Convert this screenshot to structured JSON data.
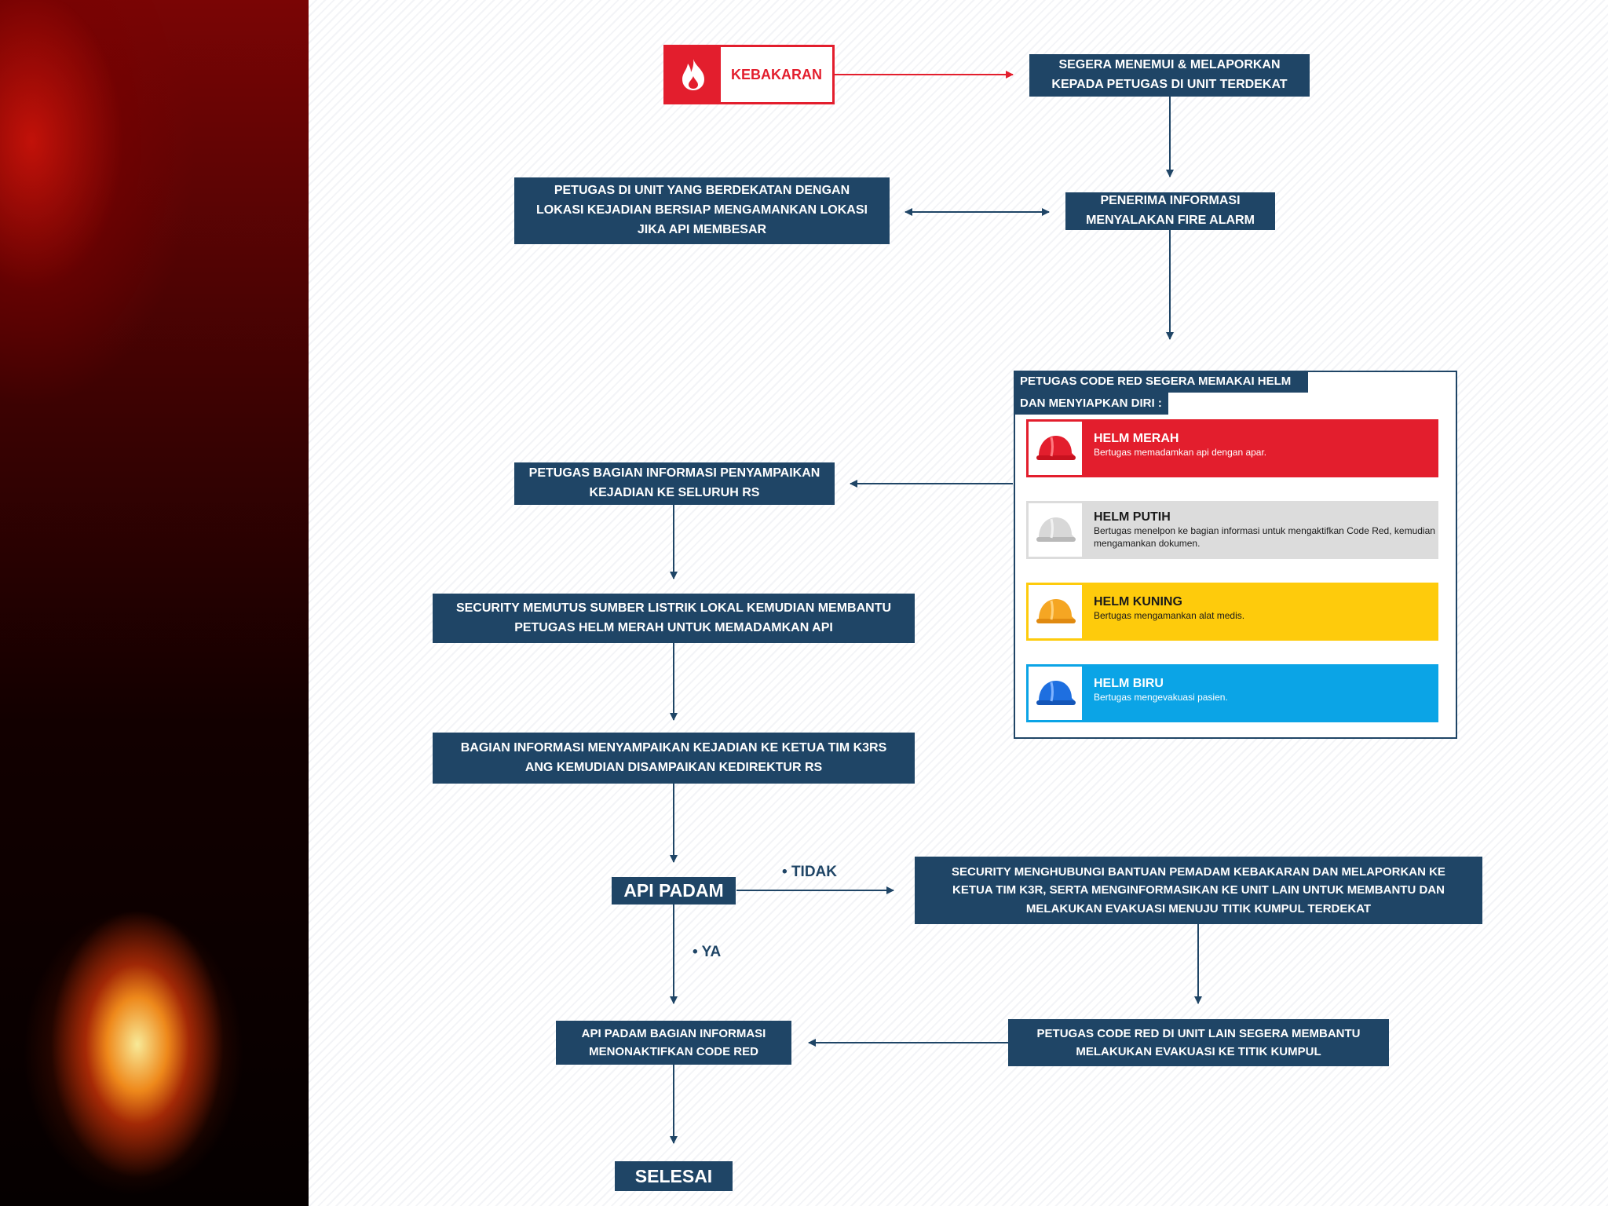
{
  "colors": {
    "navy": "#1f4566",
    "red": "#e31e2d",
    "helm_red": "#e31e2d",
    "helm_white": "#dcdcdc",
    "helm_yellow": "#fecb0c",
    "helm_blue": "#0ba4e6"
  },
  "start": {
    "label": "KEBAKARAN",
    "icon": "fire-icon"
  },
  "steps": {
    "report": "SEGERA MENEMUI & MELAPORKAN KEPADA PETUGAS DI UNIT TERDEKAT",
    "alarm": "PENERIMA INFORMASI MENYALAKAN FIRE ALARM",
    "secure": "PETUGAS DI UNIT YANG BERDEKATAN DENGAN LOKASI KEJADIAN BERSIAP MENGAMANKAN LOKASI JIKA API MEMBESAR",
    "broadcast": "PETUGAS BAGIAN INFORMASI PENYAMPAIKAN KEJADIAN KE SELURUH RS",
    "security_power": "SECURITY MEMUTUS SUMBER LISTRIK LOKAL KEMUDIAN MEMBANTU PETUGAS HELM MERAH UNTUK MEMADAMKAN API",
    "report_director": "BAGIAN INFORMASI MENYAMPAIKAN KEJADIAN KE KETUA TIM K3RS ANG KEMUDIAN DISAMPAIKAN KEDIREKTUR RS",
    "decision": "API PADAM",
    "call_fire": "SECURITY MENGHUBUNGI BANTUAN PEMADAM KEBAKARAN DAN MELAPORKAN KE KETUA TIM K3R, SERTA MENGINFORMASIKAN KE UNIT LAIN UNTUK MEMBANTU DAN MELAKUKAN EVAKUASI MENUJU TITIK KUMPUL TERDEKAT",
    "evacuate": "PETUGAS CODE RED DI UNIT LAIN SEGERA MEMBANTU MELAKUKAN EVAKUASI KE TITIK KUMPUL",
    "deactivate": "API PADAM BAGIAN INFORMASI MENONAKTIFKAN CODE RED",
    "end": "SELESAI"
  },
  "labels": {
    "no": "TIDAK",
    "yes": "YA"
  },
  "helm_card": {
    "title_line1": "PETUGAS CODE RED SEGERA MEMAKAI HELM",
    "title_line2": "DAN MENYIAPKAN DIRI :",
    "items": [
      {
        "name": "HELM MERAH",
        "desc": "Bertugas memadamkan api dengan apar.",
        "icon": "red-helmet-icon"
      },
      {
        "name": "HELM PUTIH",
        "desc": "Bertugas menelpon ke bagian informasi untuk mengaktifkan Code Red, kemudian mengamankan dokumen.",
        "icon": "white-helmet-icon"
      },
      {
        "name": "HELM KUNING",
        "desc": "Bertugas mengamankan alat medis.",
        "icon": "yellow-helmet-icon"
      },
      {
        "name": "HELM BIRU",
        "desc": "Bertugas mengevakuasi pasien.",
        "icon": "blue-helmet-icon"
      }
    ]
  }
}
